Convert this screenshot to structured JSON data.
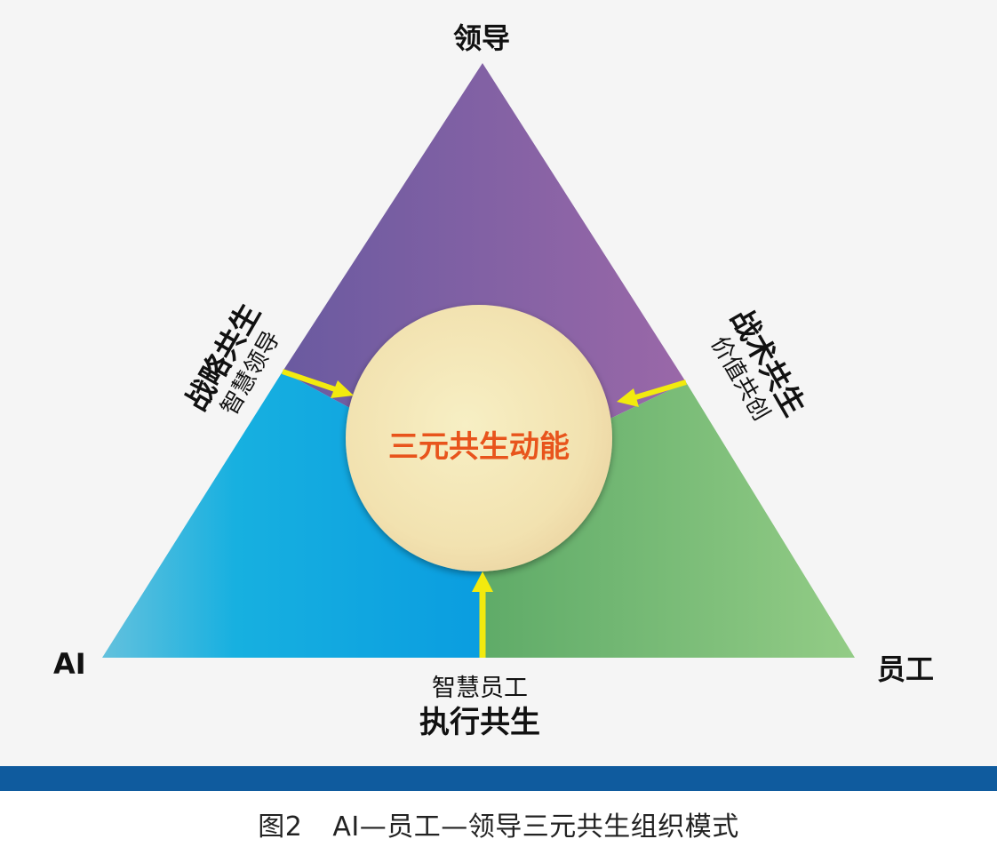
{
  "diagram": {
    "vertices": {
      "top": "领导",
      "left": "AI",
      "right": "员工"
    },
    "center": "三元共生动能",
    "sides": {
      "left": {
        "main": "战略共生",
        "sub": "智慧领导"
      },
      "right": {
        "main": "战术共生",
        "sub": "价值共创"
      },
      "bottom": {
        "main": "执行共生",
        "sub": "智慧员工"
      }
    },
    "colors": {
      "top_region": "#7b63a8",
      "left_region": "#14a9df",
      "right_region": "#78be76",
      "center_fill": "#f4e6b4",
      "center_text": "#e8541c",
      "arrows": "#f2ea0e",
      "bottom_bar": "#0f5b9e"
    }
  },
  "caption": {
    "number": "图2",
    "text": "AI—员工—领导三元共生组织模式"
  }
}
